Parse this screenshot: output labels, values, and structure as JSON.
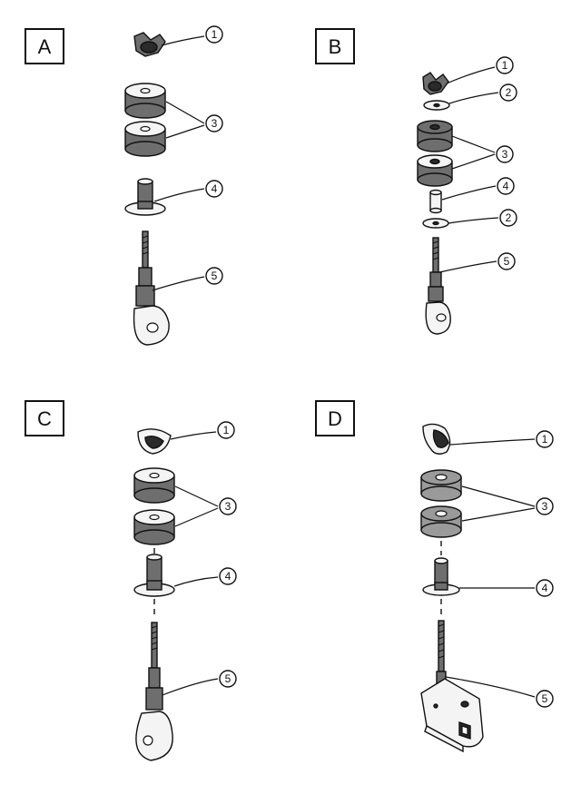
{
  "panels": [
    {
      "id": "A",
      "label": "A",
      "callouts": [
        "1",
        "3",
        "4",
        "5"
      ]
    },
    {
      "id": "B",
      "label": "B",
      "callouts": [
        "1",
        "2",
        "3",
        "4",
        "2",
        "5"
      ]
    },
    {
      "id": "C",
      "label": "C",
      "callouts": [
        "1",
        "3",
        "4",
        "5"
      ]
    },
    {
      "id": "D",
      "label": "D",
      "callouts": [
        "1",
        "3",
        "4",
        "5"
      ]
    }
  ]
}
